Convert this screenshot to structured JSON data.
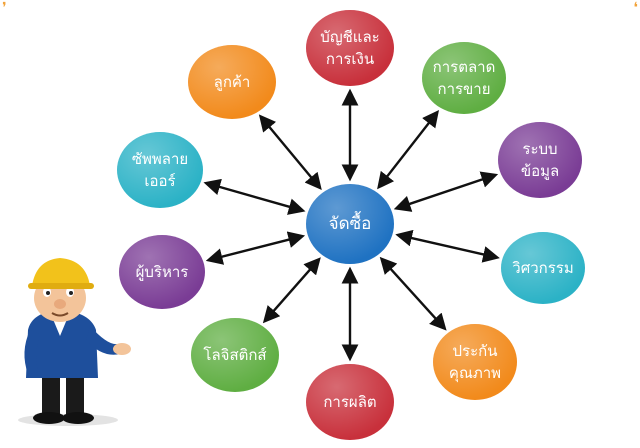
{
  "center": {
    "lines": [
      "จัดซื้อ"
    ],
    "color": "#1f72c2"
  },
  "nodes": [
    {
      "id": "accounting",
      "lines": [
        "บัญชีและ",
        "การเงิน"
      ],
      "color": "#c8303b"
    },
    {
      "id": "marketing",
      "lines": [
        "การตลาด",
        "การขาย"
      ],
      "color": "#5fae42"
    },
    {
      "id": "information-system",
      "lines": [
        "ระบบ",
        "ข้อมูล"
      ],
      "color": "#7a3c95"
    },
    {
      "id": "engineering",
      "lines": [
        "วิศวกรรม"
      ],
      "color": "#2bb2c6"
    },
    {
      "id": "quality-assurance",
      "lines": [
        "ประกัน",
        "คุณภาพ"
      ],
      "color": "#f28a1b"
    },
    {
      "id": "production",
      "lines": [
        "การผลิต"
      ],
      "color": "#c8303b"
    },
    {
      "id": "logistics",
      "lines": [
        "โลจิสติกส์"
      ],
      "color": "#5fae42"
    },
    {
      "id": "executives",
      "lines": [
        "ผู้บริหาร"
      ],
      "color": "#7a3c95"
    },
    {
      "id": "supplier",
      "lines": [
        "ซัพพลาย",
        "เออร์"
      ],
      "color": "#2bb2c6"
    },
    {
      "id": "customer",
      "lines": [
        "ลูกค้า"
      ],
      "color": "#f28a1b"
    }
  ]
}
